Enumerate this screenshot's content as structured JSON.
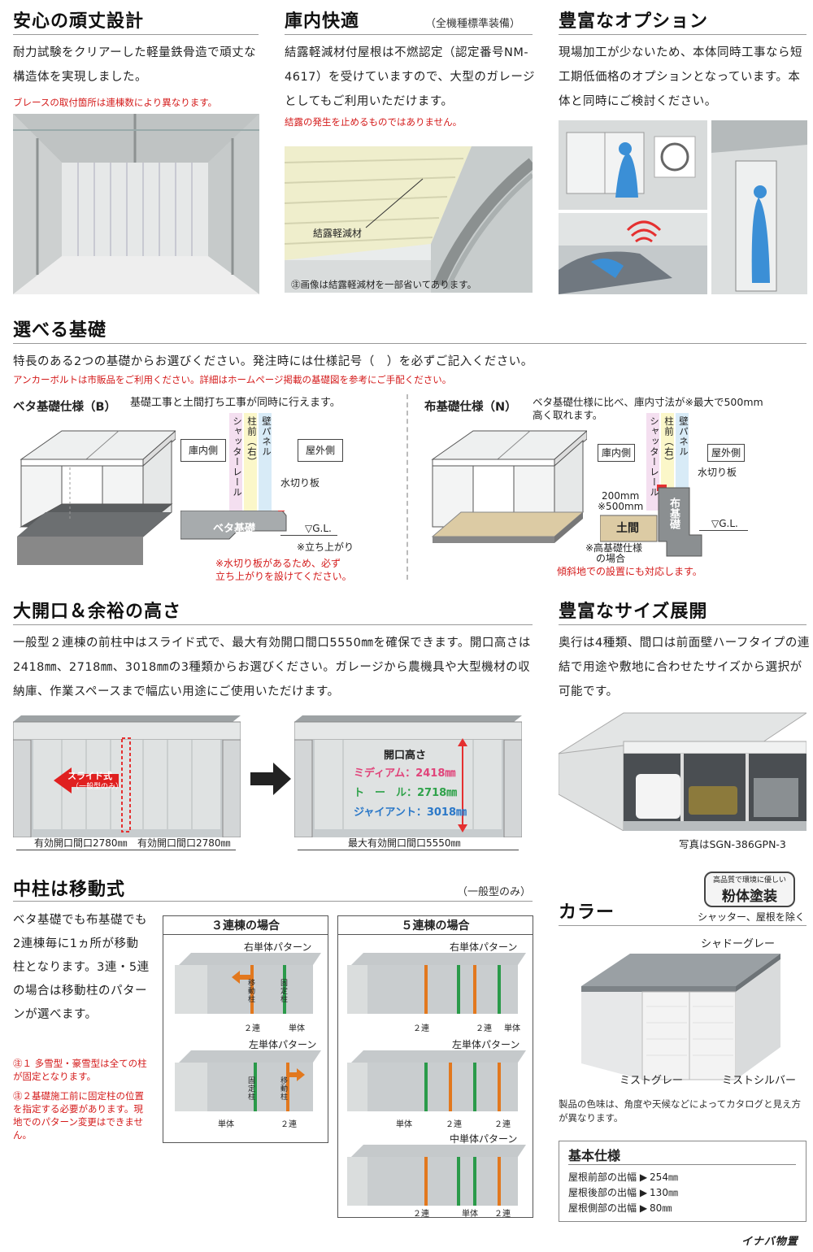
{
  "s1": {
    "title": "安心の頑丈設計",
    "body": "耐力試験をクリアーした軽量鉄骨造で頑丈な構造体を実現しました。",
    "note": "ブレースの取付箇所は連棟数により異なります。"
  },
  "s2": {
    "title": "庫内快適",
    "sub": "（全機種標準装備）",
    "body": "結露軽減材付屋根は不燃認定（認定番号NM-4617）を受けていますので、大型のガレージとしてもご利用いただけます。",
    "note": "結露の発生を止めるものではありません。",
    "label": "結露軽減材",
    "caption": "㊟画像は結露軽減材を一部省いてあります。"
  },
  "s3": {
    "title": "豊富なオプション",
    "body": "現場加工が少ないため、本体同時工事なら短工期低価格のオプションとなっています。本体と同時にご検討ください。"
  },
  "s4": {
    "title": "選べる基礎",
    "body": "特長のある2つの基礎からお選びください。発注時には仕様記号（　）を必ずご記入ください。",
    "note": "アンカーボルトは市販品をご利用ください。詳細はホームページ掲載の基礎図を参考にご手配ください。",
    "b": {
      "title": "ベタ基礎仕様（B）",
      "desc": "基礎工事と土間打ち工事が同時に行えます。",
      "inside": "庫内側",
      "outside": "屋外側",
      "v1": "シャッターレール",
      "v2": "柱前（右）",
      "v3": "壁パネル",
      "mizukiri": "水切り板",
      "base": "ベタ基礎",
      "gl": "▽G.L.",
      "tachi": "※立ち上がり",
      "note1": "※水切り板があるため、必ず",
      "note2": "立ち上がりを設けてください。"
    },
    "n": {
      "title": "布基礎仕様（N）",
      "desc1": "ベタ基礎仕様に比べ、庫内寸法が※最大で500mm",
      "desc2": "高く取れます。",
      "inside": "庫内側",
      "outside": "屋外側",
      "v1": "シャッターレール",
      "v2": "柱前（右）",
      "v3": "壁パネル",
      "mizukiri": "水切り板",
      "d1": "200mm",
      "d2": "※500mm",
      "doma": "土間",
      "base": "布基礎",
      "gl": "▽G.L.",
      "high1": "※高基礎仕様",
      "high2": "の場合",
      "note": "傾斜地での設置にも対応します。"
    }
  },
  "s5": {
    "title": "大開口＆余裕の高さ",
    "body": "一般型２連棟の前柱中はスライド式で、最大有効開口間口5550㎜を確保できます。開口高さは2418㎜、2718㎜、3018㎜の3種類からお選びください。ガレージから農機具や大型機材の収納庫、作業スペースまで幅広い用途にご使用いただけます。",
    "slide1": "スライド式",
    "slide2": "（一般型のみ）",
    "w1": "有効開口間口2780㎜",
    "w2": "有効開口間口2780㎜",
    "hTitle": "開口高さ",
    "h1": "ミディアム：2418㎜",
    "h2": "ト　ー　ル：2718㎜",
    "h3": "ジャイアント：3018㎜",
    "wMax": "最大有効開口間口5550㎜"
  },
  "s6": {
    "title": "豊富なサイズ展開",
    "body": "奥行は4種類、間口は前面壁ハーフタイプの連結で用途や敷地に合わせたサイズから選択が可能です。",
    "caption": "写真はSGN-386GPN-3"
  },
  "s7": {
    "title": "中柱は移動式",
    "sub": "（一般型のみ）",
    "body": "ベタ基礎でも布基礎でも2連棟毎に1ヵ所が移動柱となります。3連・5連の場合は移動柱のパターンが選べます。",
    "n1": "㊟１ 多雪型・豪雪型は全ての柱が固定となります。",
    "n2": "㊟２基礎施工前に固定柱の位置を指定する必要があります。現地でのパターン変更はできません。",
    "c3": {
      "title": "３連棟の場合",
      "p1": "右単体パターン",
      "p2": "左単体パターン"
    },
    "c5": {
      "title": "５連棟の場合",
      "p1": "右単体パターン",
      "p2": "左単体パターン",
      "p3": "中単体パターン"
    },
    "move": "移動柱",
    "fixed": "固定柱",
    "ren2": "２連",
    "single": "単体"
  },
  "s8": {
    "title": "カラー",
    "badgeTop": "高品質で環境に優しい",
    "badge": "粉体塗装",
    "badgeNote": "シャッター、屋根を除く",
    "c1": "シャドーグレー",
    "c2": "ミストグレー",
    "c3": "ミストシルバー",
    "note": "製品の色味は、角度や天候などによってカタログと見え方が異なります。"
  },
  "spec": {
    "title": "基本仕様",
    "rows": [
      {
        "k": "屋根前部の出幅 ▶",
        "v": "254㎜"
      },
      {
        "k": "屋根後部の出幅 ▶",
        "v": "130㎜"
      },
      {
        "k": "屋根側部の出幅 ▶",
        "v": "80㎜"
      }
    ]
  },
  "brand": "イナバ物置"
}
